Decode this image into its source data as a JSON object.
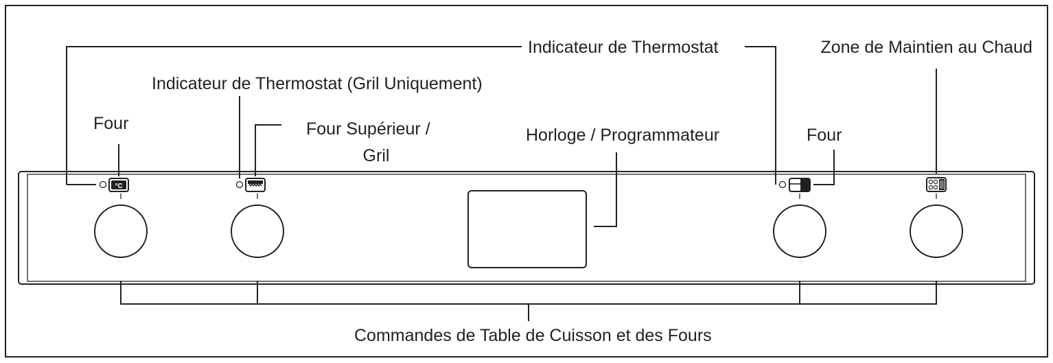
{
  "labels": {
    "thermostat_indicator": "Indicateur de Thermostat",
    "warming_zone": "Zone de Maintien au Chaud",
    "thermostat_indicator_grill": "Indicateur de Thermostat (Gril Uniquement)",
    "oven_left": "Four",
    "top_oven_line1": "Four Supérieur /",
    "top_oven_line2": "Gril",
    "clock_programmer": "Horloge / Programmateur",
    "oven_right": "Four",
    "hob_and_oven_controls": "Commandes de Table de Cuisson et des Fours"
  },
  "icons": {
    "oven_left": "thermometer-celsius-icon",
    "top_oven": "grill-element-icon",
    "oven_right": "main-oven-icon",
    "warming_zone": "hob-warming-zone-icon"
  },
  "colors": {
    "line": "#231f20",
    "background": "#ffffff"
  }
}
